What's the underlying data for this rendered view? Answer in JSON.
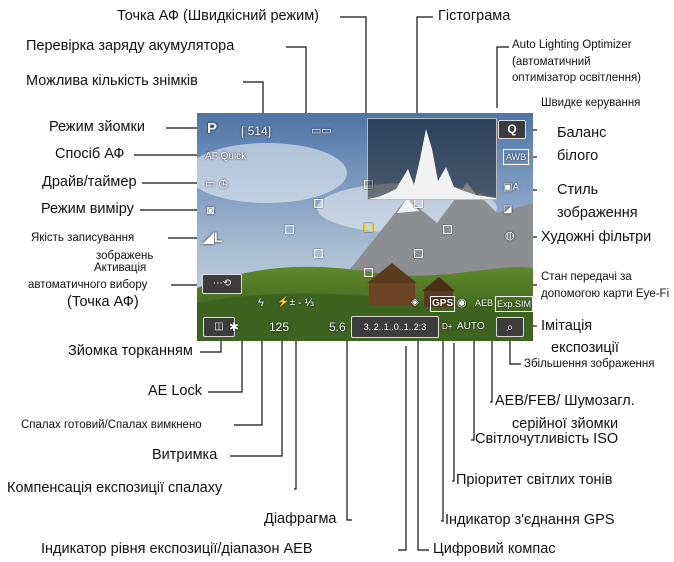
{
  "labels": {
    "af_point": "Точка АФ (Швидкісний режим)",
    "battery_check": "Перевірка заряду акумулятора",
    "shots_possible": "Можлива кількість знімків",
    "shooting_mode": "Режим зйомки",
    "af_method": "Спосіб АФ",
    "drive_timer": "Драйв/таймер",
    "metering_mode": "Режим виміру",
    "image_quality_1": "Якість записування",
    "image_quality_2": "зображень",
    "auto_select_1": "Активація",
    "auto_select_2": "автоматичного вибору",
    "auto_select_3": "(Точка АФ)",
    "touch_shutter": "Зйомка торканням",
    "ae_lock": "AE Lock",
    "flash_ready": "Спалах готовий/Спалах вимкнено",
    "shutter_speed": "Витримка",
    "flash_comp": "Компенсація експозиції спалаху",
    "aperture": "Діафрагма",
    "exposure_level": "Індикатор рівня експозиції/діапазон AEB",
    "histogram": "Гістограма",
    "alo_1": "Auto Lighting Optimizer",
    "alo_2": "(автоматичний",
    "alo_3": "оптимізатор освітлення)",
    "quick_control": "Швидке керування",
    "wb_1": "Баланс",
    "wb_2": "білого",
    "picture_style_1": "Стиль",
    "picture_style_2": "зображення",
    "creative_filters": "Художні фільтри",
    "eyefi_1": "Стан передачі за",
    "eyefi_2": "допомогою карти Eye-Fi",
    "exp_sim_1": "Імітація",
    "exp_sim_2": "експозиції",
    "magnify": "Збільшення зображення",
    "aeb_1": "AEB/FEB/ Шумозагл.",
    "aeb_2": "серійної зйомки",
    "iso": "Світлочутливість ISO",
    "highlight_tone": "Пріоритет світлих тонів",
    "gps": "Індикатор з'єднання GPS",
    "compass": "Цифровий компас"
  },
  "screen": {
    "mode": "P",
    "shots": "[ 514]",
    "af_method": "AF Quick",
    "quality": "◢L",
    "shutter": "125",
    "aperture": "5.6",
    "flash_comp": "- ⅓",
    "exposure_scale": "3..2..1..0..1..2:3",
    "gps": "GPS",
    "aeb": "AEB",
    "exp_sim": "Exp.SIM",
    "iso": "AUTO",
    "q_label": "Q",
    "awb": "AWB",
    "star": "✱",
    "flash": "ϟ",
    "flash_comp_icon": "⚡±"
  }
}
